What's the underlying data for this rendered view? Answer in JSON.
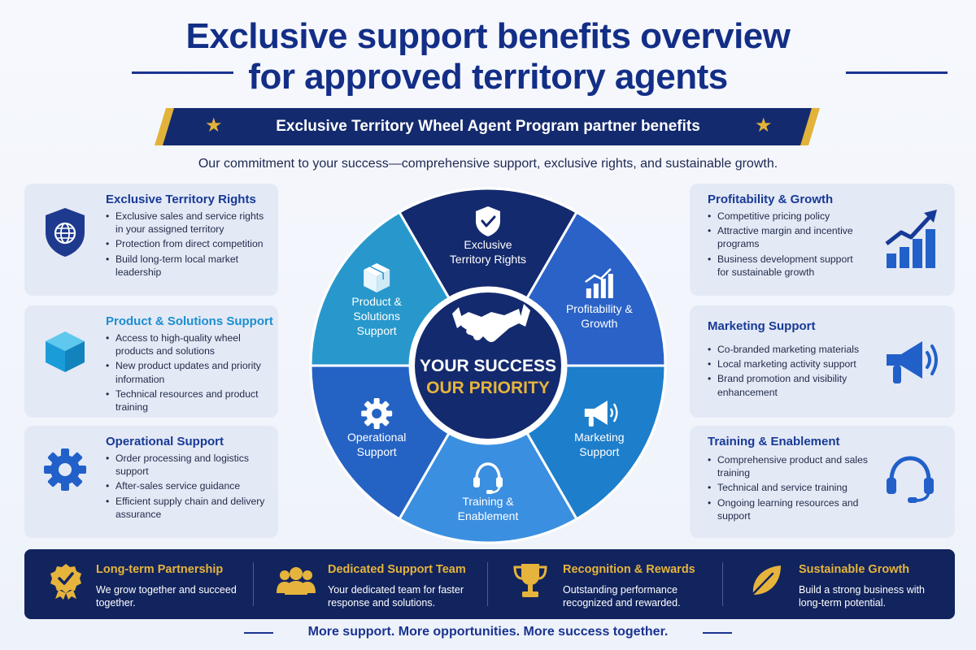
{
  "header": {
    "title_line1": "Exclusive support benefits overview",
    "title_line2": "for approved territory agents",
    "banner": "Exclusive Territory Wheel Agent Program partner benefits",
    "subtitle": "Our commitment to your success—comprehensive support, exclusive rights, and sustainable growth."
  },
  "left_cards": [
    {
      "heading": "Exclusive Territory Rights",
      "icon": "shield-globe-icon",
      "bullets": [
        "Exclusive sales and service rights in your assigned territory",
        "Protection from direct competition",
        "Build long-term local market leadership"
      ]
    },
    {
      "heading": "Product & Solutions Support",
      "icon": "box-icon",
      "bullets": [
        "Access to high-quality wheel products and solutions",
        "New product updates and priority information",
        "Technical resources and product training"
      ]
    },
    {
      "heading": "Operational Support",
      "icon": "gear-icon",
      "bullets": [
        "Order processing and logistics support",
        "After-sales service guidance",
        "Efficient supply chain and delivery assurance"
      ]
    }
  ],
  "right_cards": [
    {
      "heading": "Profitability & Growth",
      "icon": "growth-chart-icon",
      "bullets": [
        "Competitive pricing policy",
        "Attractive margin and incentive programs",
        "Business development support for sustainable growth"
      ]
    },
    {
      "heading": "Marketing Support",
      "icon": "megaphone-icon",
      "bullets": [
        "Co-branded marketing materials",
        "Local marketing activity support",
        "Brand promotion and visibility enhancement"
      ]
    },
    {
      "heading": "Training & Enablement",
      "icon": "headset-icon",
      "bullets": [
        "Comprehensive product and sales training",
        "Technical and service training",
        "Ongoing learning resources and support"
      ]
    }
  ],
  "wheel": {
    "center_line1": "YOUR SUCCESS",
    "center_line2": "OUR PRIORITY",
    "center_icon": "handshake-icon",
    "segments": [
      {
        "label_lines": [
          "Exclusive",
          "Territory Rights"
        ],
        "icon": "shield-check-icon",
        "color": "#142a6e"
      },
      {
        "label_lines": [
          "Profitability &",
          "Growth"
        ],
        "icon": "bar-chart-icon",
        "color": "#2a62c8"
      },
      {
        "label_lines": [
          "Marketing",
          "Support"
        ],
        "icon": "megaphone-icon",
        "color": "#1d7ecb"
      },
      {
        "label_lines": [
          "Training &",
          "Enablement"
        ],
        "icon": "headset-icon",
        "color": "#3b8fe0"
      },
      {
        "label_lines": [
          "Operational",
          "Support"
        ],
        "icon": "gear-icon",
        "color": "#2463c4"
      },
      {
        "label_lines": [
          "Product &",
          "Solutions",
          "Support"
        ],
        "icon": "box-icon",
        "color": "#2898cc"
      }
    ]
  },
  "bottom_bar": [
    {
      "heading": "Long-term Partnership",
      "text": "We grow together and succeed together.",
      "icon": "badge-check-icon"
    },
    {
      "heading": "Dedicated Support Team",
      "text": "Your dedicated team for faster response and solutions.",
      "icon": "team-icon"
    },
    {
      "heading": "Recognition & Rewards",
      "text": "Outstanding performance recognized and rewarded.",
      "icon": "trophy-icon"
    },
    {
      "heading": "Sustainable Growth",
      "text": "Build a strong business with long-term potential.",
      "icon": "leaf-icon"
    }
  ],
  "tagline": "More support. More opportunities. More success together.",
  "colors": {
    "navy": "#132e86",
    "dark_navy": "#12245e",
    "gold": "#e6b43c",
    "cyan": "#1a8ed0",
    "card_bg": "#e4e9f6"
  }
}
